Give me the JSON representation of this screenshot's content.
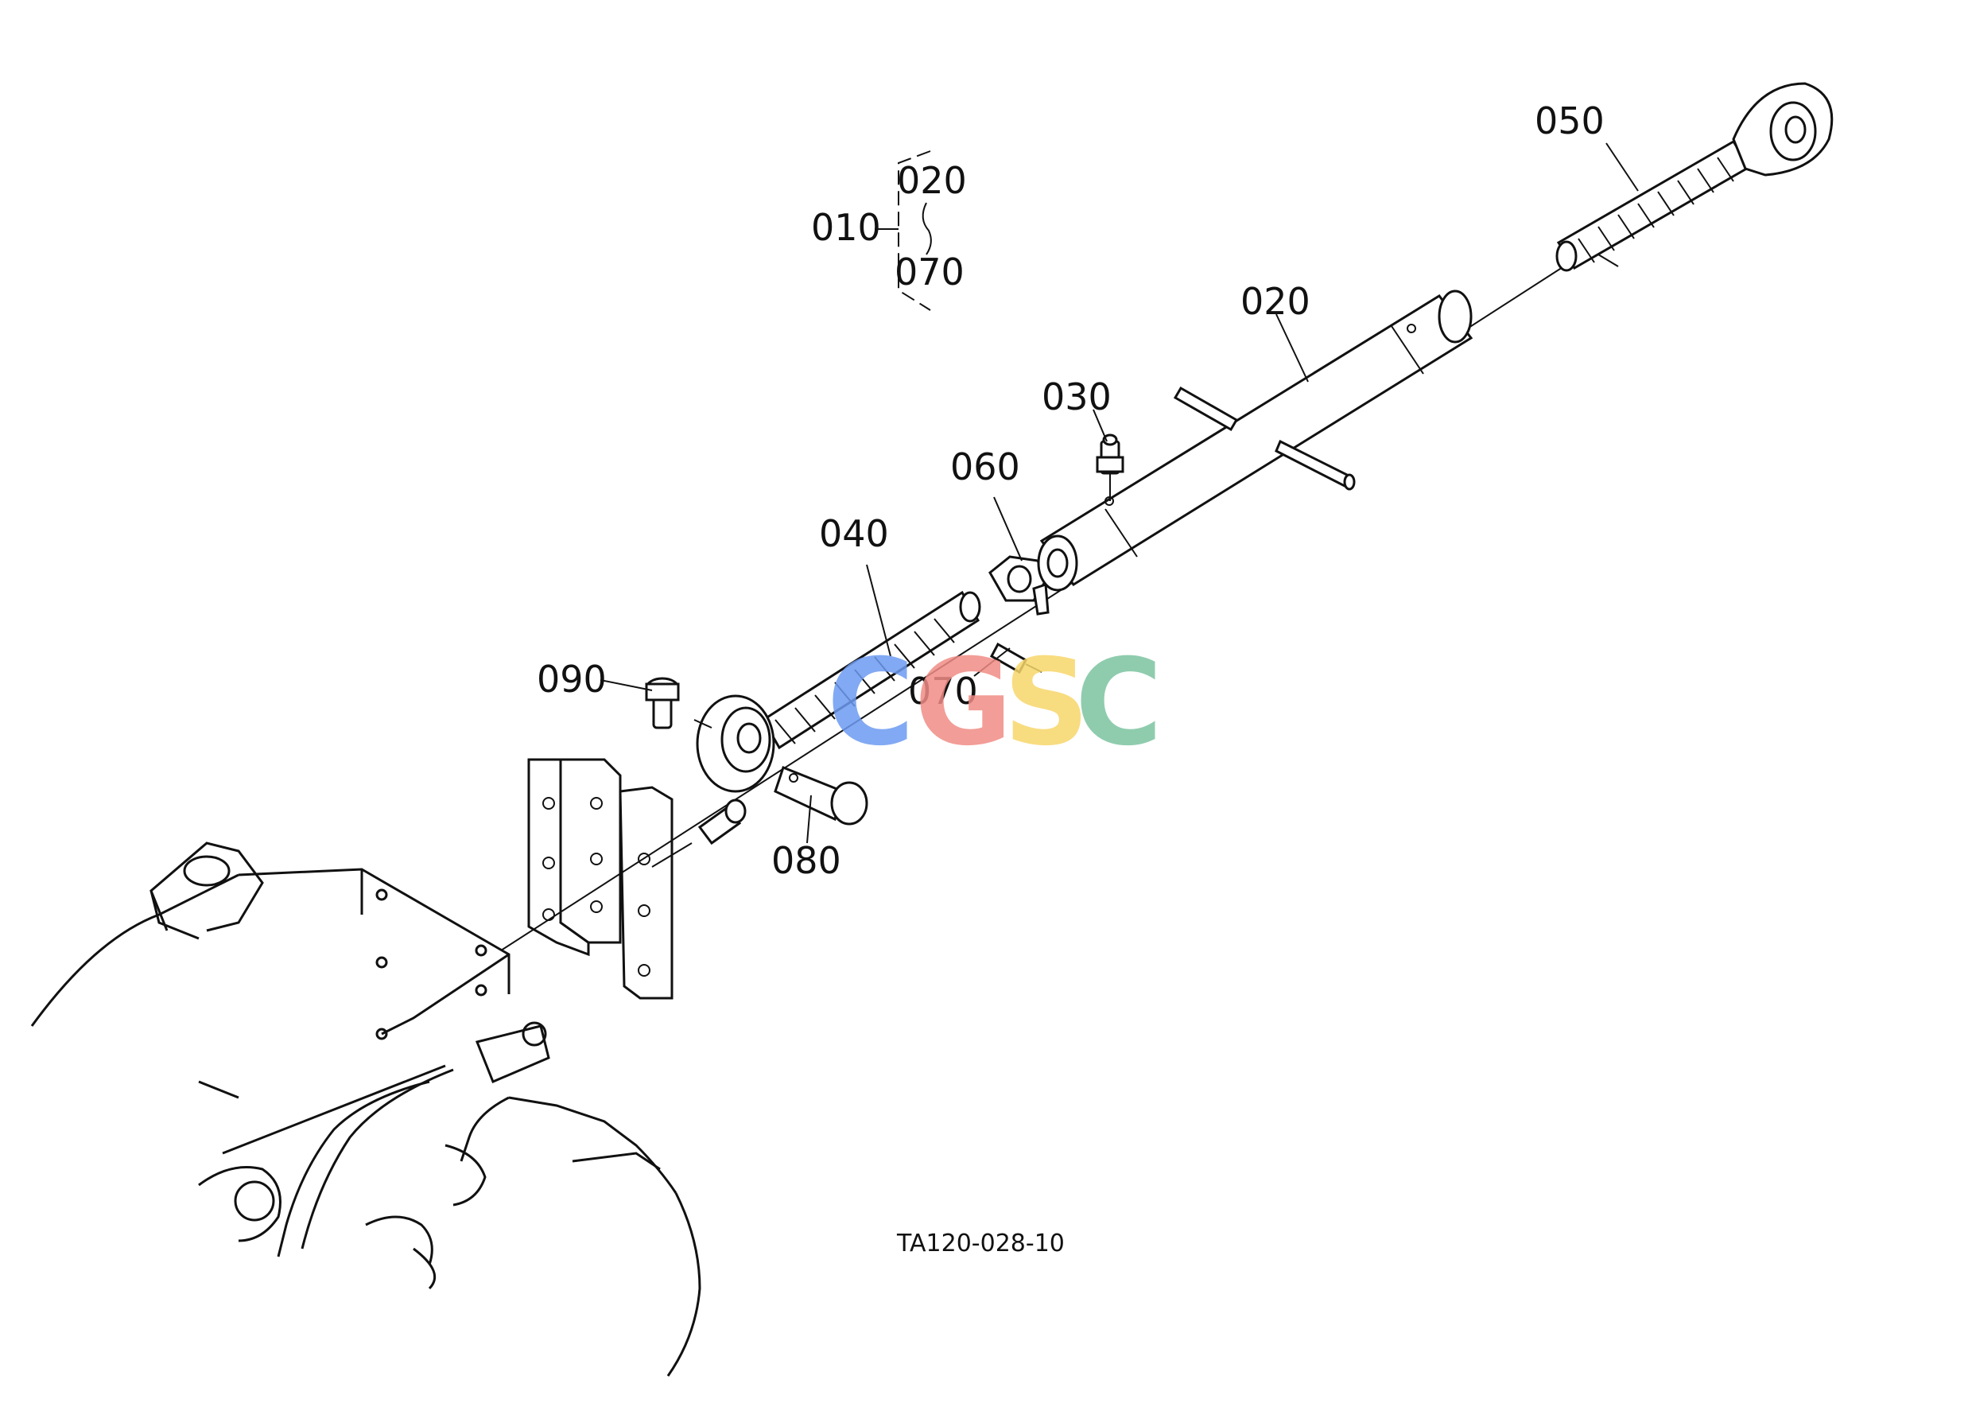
{
  "diagram": {
    "drawing_number": "TA120-028-10",
    "assembly": {
      "label": "010",
      "range_start": "020",
      "range_end": "070"
    },
    "parts": [
      {
        "id": "020",
        "label": "020",
        "icon": "turnbuckle-tube-icon"
      },
      {
        "id": "030",
        "label": "030",
        "icon": "grease-nipple-icon"
      },
      {
        "id": "040",
        "label": "040",
        "icon": "threaded-rod-end-icon"
      },
      {
        "id": "050",
        "label": "050",
        "icon": "threaded-rod-end-icon"
      },
      {
        "id": "060",
        "label": "060",
        "icon": "lock-nut-icon"
      },
      {
        "id": "070",
        "label": "070",
        "icon": "spring-pin-icon"
      },
      {
        "id": "080",
        "label": "080",
        "icon": "pin-icon"
      },
      {
        "id": "090",
        "label": "090",
        "icon": "bolt-icon"
      }
    ],
    "watermark": {
      "letters": [
        {
          "char": "C",
          "color": "#6d9bf1"
        },
        {
          "char": "G",
          "color": "#f08c86"
        },
        {
          "char": "S",
          "color": "#f7d66a"
        },
        {
          "char": "C",
          "color": "#7cc4a0"
        }
      ]
    }
  }
}
